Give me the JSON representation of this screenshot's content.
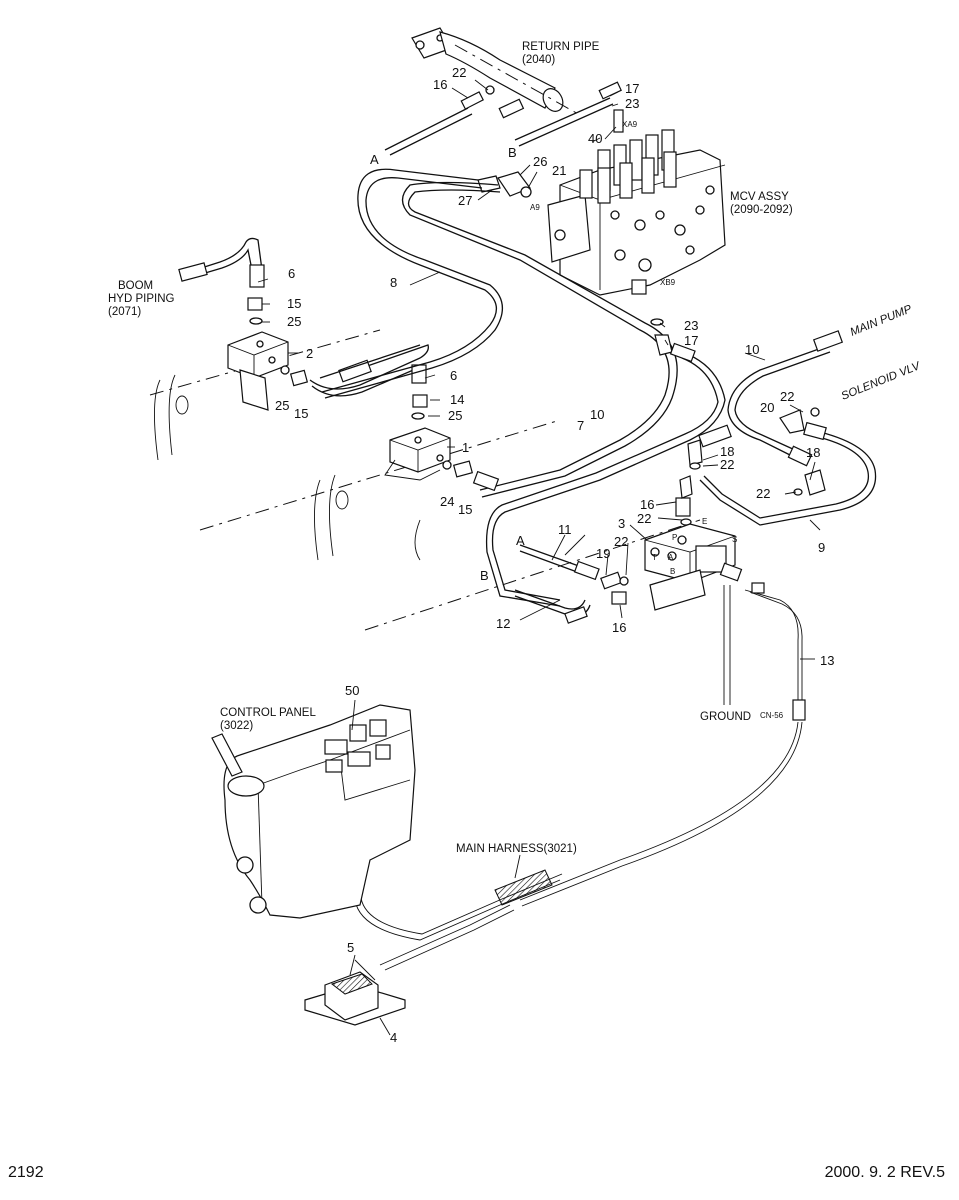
{
  "labels": {
    "return_pipe": "RETURN PIPE",
    "return_pipe_ref": "(2040)",
    "mcv_assy": "MCV ASSY",
    "mcv_assy_ref": "(2090-2092)",
    "boom": "BOOM",
    "hyd_piping": "HYD PIPING",
    "boom_ref": "(2071)",
    "main_pump": "MAIN PUMP",
    "solenoid_vlv": "SOLENOID VLV",
    "ground": "GROUND",
    "cn": "CN-56",
    "control_panel": "CONTROL PANEL",
    "control_panel_ref": "(3022)",
    "main_harness": "MAIN HARNESS(3021)",
    "port_xa9": "XA9",
    "port_a9": "A9",
    "port_xb9": "XB9",
    "port_p": "P",
    "port_e": "E",
    "port_a": "A",
    "port_b": "B",
    "port_t": "T",
    "port_s": "S"
  },
  "callouts": {
    "a1": "A",
    "b1": "B",
    "a2": "A",
    "b2": "B",
    "n1": "1",
    "n2": "2",
    "n3": "3",
    "n4": "4",
    "n5": "5",
    "n6a": "6",
    "n6b": "6",
    "n7": "7",
    "n8": "8",
    "n9": "9",
    "n10a": "10",
    "n10b": "10",
    "n11": "11",
    "n12": "12",
    "n13": "13",
    "n14": "14",
    "n15a": "15",
    "n15b": "15",
    "n15c": "15",
    "n16a": "16",
    "n16b": "16",
    "n16c": "16",
    "n17a": "17",
    "n17b": "17",
    "n18a": "18",
    "n18b": "18",
    "n19": "19",
    "n20": "20",
    "n21": "21",
    "n22a": "22",
    "n22b": "22",
    "n22c": "22",
    "n22d": "22",
    "n22e": "22",
    "n22f": "22",
    "n23a": "23",
    "n23b": "23",
    "n24": "24",
    "n25a": "25",
    "n25b": "25",
    "n25c": "25",
    "n26": "26",
    "n27": "27",
    "n40": "40",
    "n50": "50"
  },
  "footer": {
    "page_id": "2192",
    "revision": "2000. 9. 2 REV.5"
  }
}
